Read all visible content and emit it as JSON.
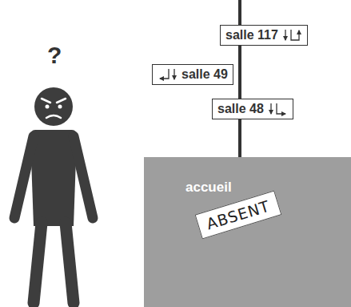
{
  "diagram": {
    "nodes": [
      {
        "text": [
          "salle 117"
        ]
      },
      {
        "text": [
          "salle 49"
        ]
      },
      {
        "text": [
          "salle 48"
        ]
      },
      {
        "text": [
          "accueil"
        ]
      },
      {
        "text": [
          "ABSENT"
        ],
        "in": 3
      }
    ],
    "labels": [
      "?"
    ]
  }
}
